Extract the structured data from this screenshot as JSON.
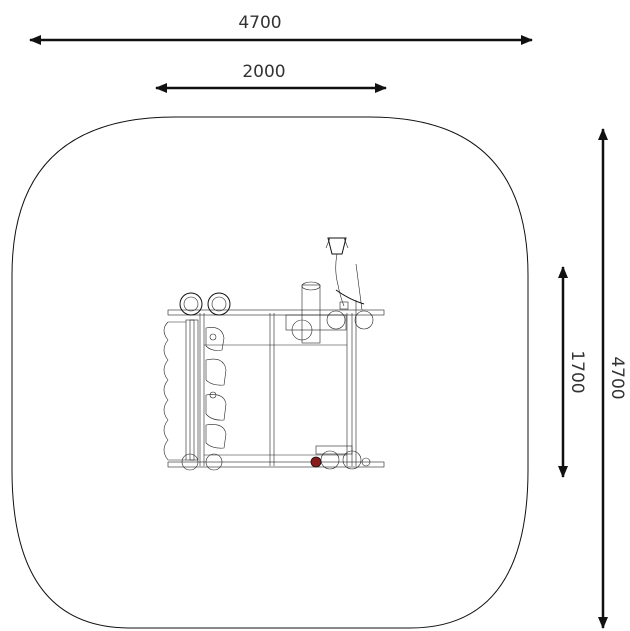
{
  "dimensions": {
    "overall_width": "4700",
    "structure_width": "2000",
    "structure_depth": "1700",
    "overall_depth": "4700"
  },
  "colors": {
    "ink": "#111111",
    "text": "#333333",
    "accent": "#8b1a1a"
  }
}
